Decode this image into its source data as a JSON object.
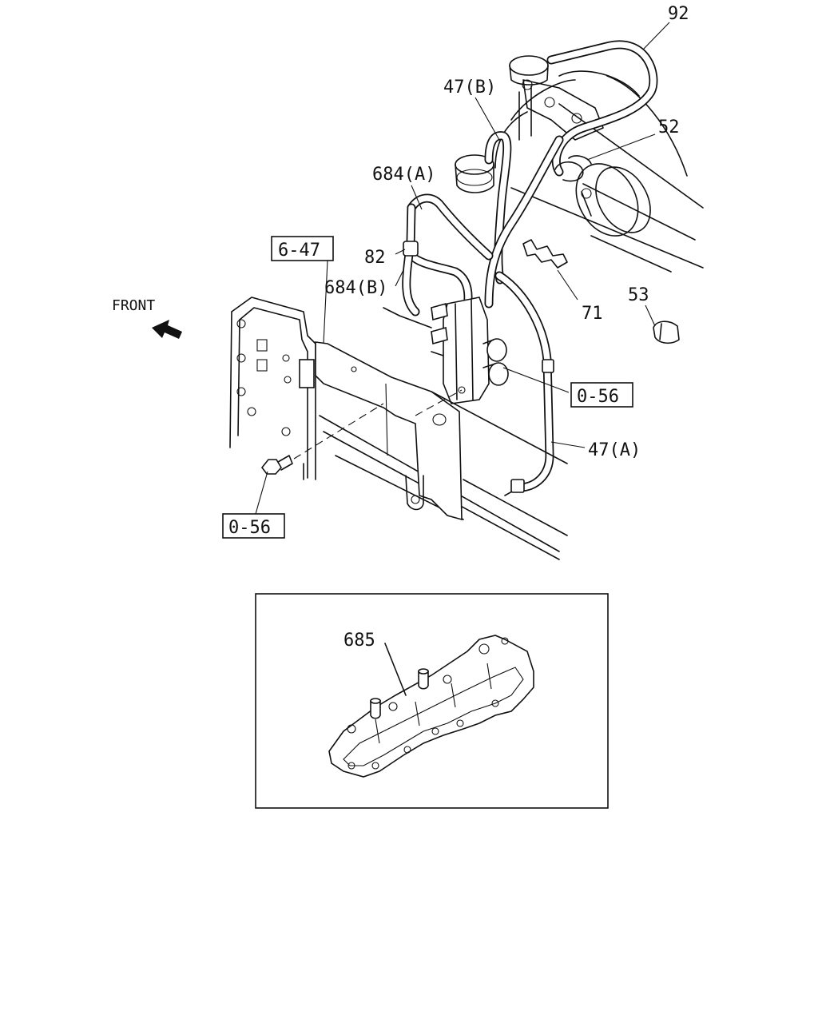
{
  "labels": {
    "front": "FRONT",
    "p92": "92",
    "p47b": "47(B)",
    "p52": "52",
    "p684a": "684(A)",
    "p647": "6-47",
    "p82": "82",
    "p684b": "684(B)",
    "p71": "71",
    "p53": "53",
    "p056_right": "0-56",
    "p47a": "47(A)",
    "p056_left": "0-56",
    "p685": "685"
  },
  "colors": {
    "line": "#111111",
    "background": "#ffffff"
  }
}
